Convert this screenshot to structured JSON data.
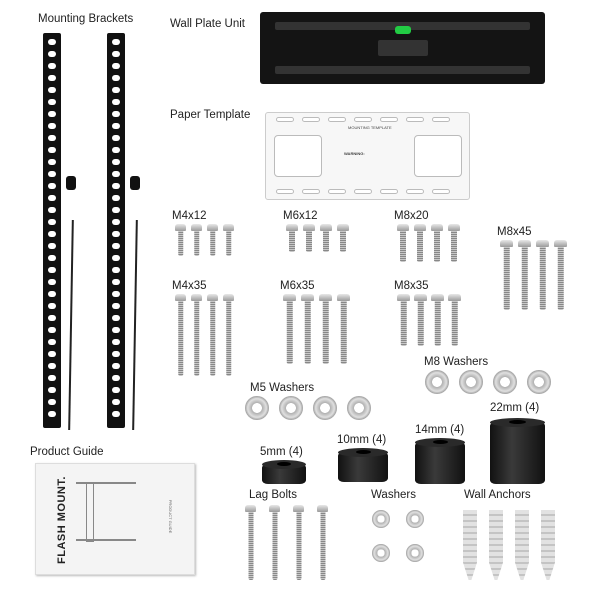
{
  "labels": {
    "mounting_brackets": "Mounting Brackets",
    "wall_plate_unit": "Wall Plate Unit",
    "paper_template": "Paper Template",
    "product_guide": "Product Guide",
    "m4x12": "M4x12",
    "m6x12": "M6x12",
    "m8x20": "M8x20",
    "m8x45": "M8x45",
    "m4x35": "M4x35",
    "m6x35": "M6x35",
    "m8x35": "M8x35",
    "m8_washers": "M8 Washers",
    "m5_washers": "M5 Washers",
    "spacer_5mm": "5mm (4)",
    "spacer_10mm": "10mm (4)",
    "spacer_14mm": "14mm (4)",
    "spacer_22mm": "22mm (4)",
    "lag_bolts": "Lag Bolts",
    "washers": "Washers",
    "wall_anchors": "Wall Anchors"
  },
  "template_text": {
    "title": "MOUNTING TEMPLATE",
    "warning": "WARNING:"
  },
  "guide_text": {
    "brand": "FLASH MOUNT.",
    "subtitle": "PRODUCT GUIDE"
  },
  "piece_count": 4,
  "colors": {
    "bracket": "#111111",
    "steel": "#b8b8b8",
    "level_bubble": "#22cc44"
  }
}
